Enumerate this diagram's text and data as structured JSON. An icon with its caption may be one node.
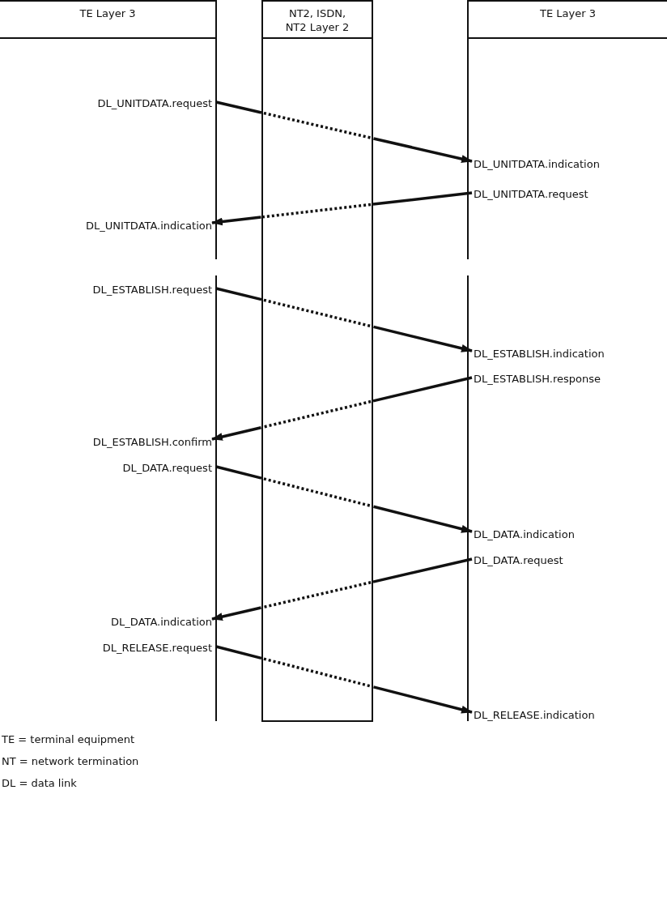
{
  "diagram": {
    "nodes": [
      {
        "text": [
          "TE Layer 3"
        ]
      },
      {
        "text": [
          "NT2, ISDN, NT2 Layer 2"
        ]
      },
      {
        "text": [
          "TE Layer 3"
        ]
      },
      {
        "text": [
          "DL_UNITDATA.request"
        ]
      },
      {
        "text": [
          "DL_UNITDATA.indication"
        ]
      },
      {
        "text": [
          "DL_UNITDATA.request"
        ]
      },
      {
        "text": [
          "DL_UNITDATA.indication"
        ]
      },
      {
        "text": [
          "DL_ESTABLISH.request"
        ]
      },
      {
        "text": [
          "DL_ESTABLISH.indication"
        ]
      },
      {
        "text": [
          "DL_ESTABLISH.response"
        ]
      },
      {
        "text": [
          "DL_ESTABLISH.confirm"
        ]
      },
      {
        "text": [
          "DL_DATA.request"
        ]
      },
      {
        "text": [
          "DL_DATA.indication"
        ]
      },
      {
        "text": [
          "DL_DATA.request"
        ]
      },
      {
        "text": [
          "DL_DATA.indication"
        ]
      },
      {
        "text": [
          "DL_RELEASE.request"
        ]
      },
      {
        "text": [
          "DL_RELEASE.indication"
        ]
      }
    ],
    "edges": [
      {
        "from": 3,
        "to": 4,
        "arrow": "to"
      },
      {
        "from": 5,
        "to": 6,
        "arrow": "to"
      },
      {
        "from": 7,
        "to": 8,
        "arrow": "to"
      },
      {
        "from": 9,
        "to": 10,
        "arrow": "to"
      },
      {
        "from": 11,
        "to": 12,
        "arrow": "to"
      },
      {
        "from": 13,
        "to": 14,
        "arrow": "to"
      },
      {
        "from": 15,
        "to": 16,
        "arrow": "to"
      }
    ],
    "labels": [
      "TE = terminal equipment",
      "NT = network termination",
      "DL = data link"
    ]
  }
}
